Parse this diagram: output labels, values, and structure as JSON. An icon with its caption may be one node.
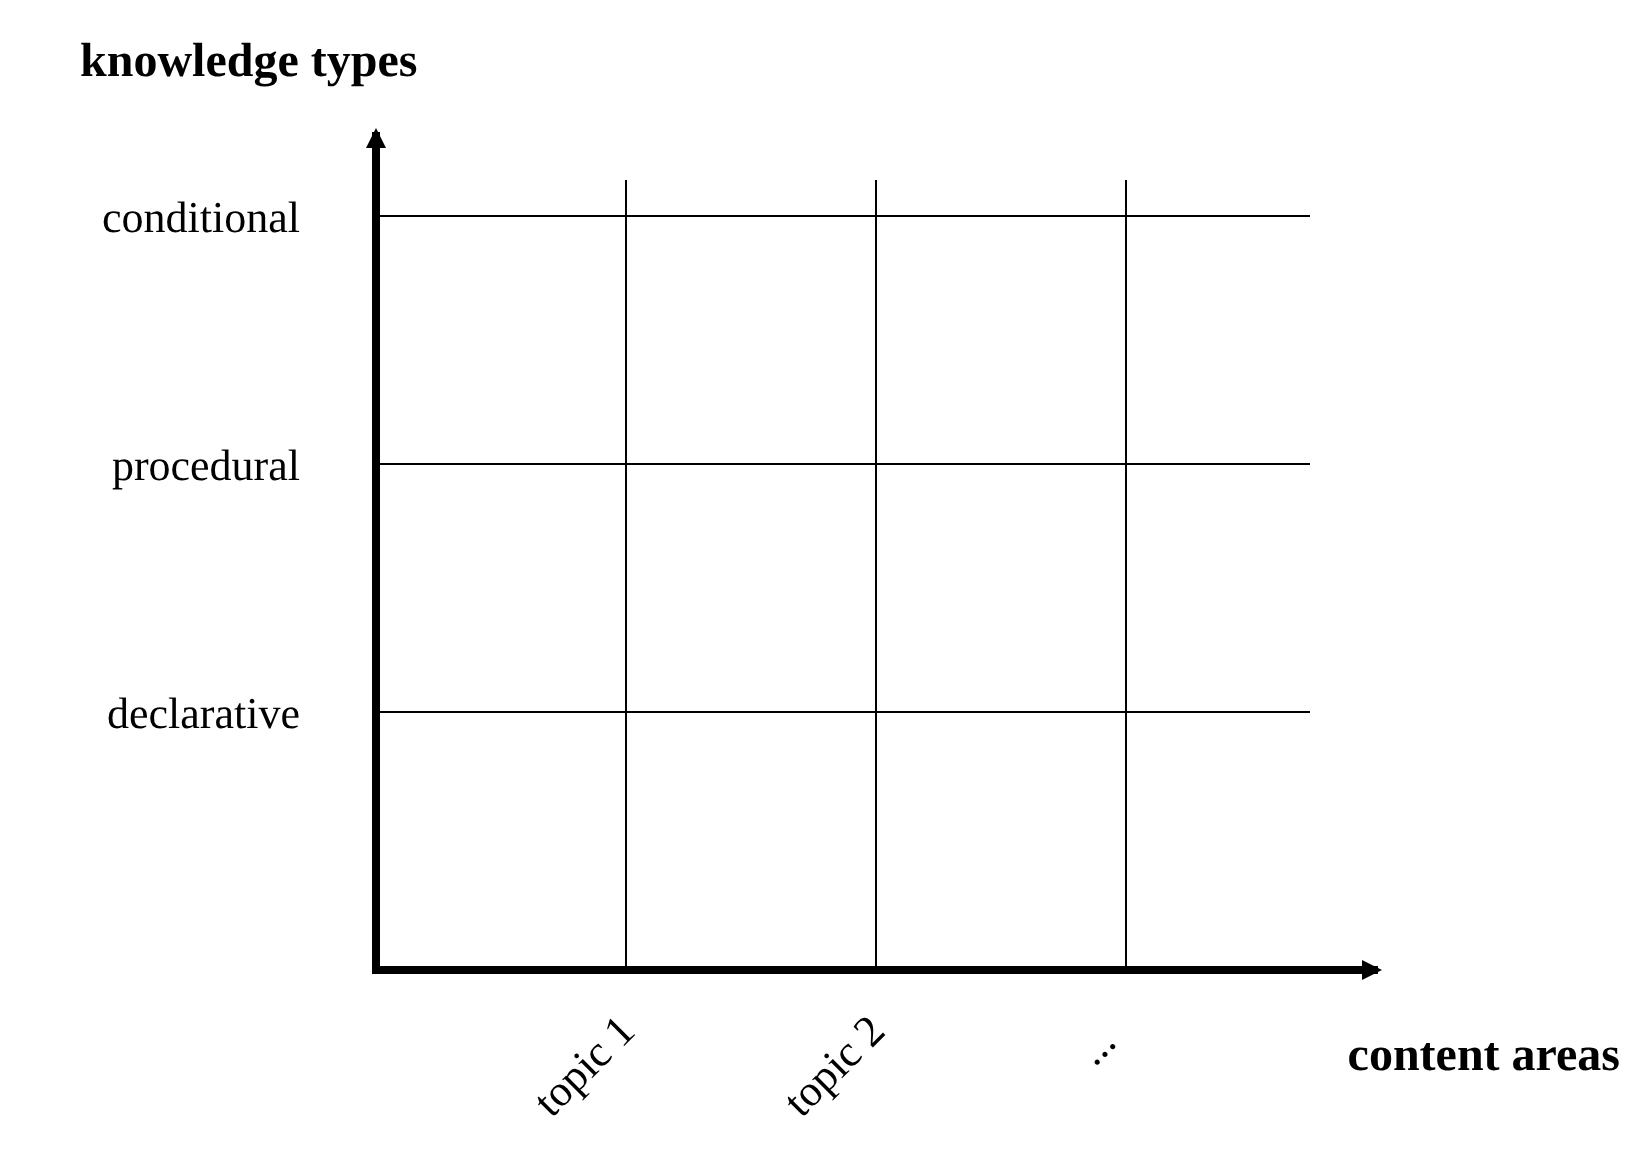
{
  "diagram": {
    "labels": [
      "knowledge types",
      "conditional",
      "procedural",
      "declarative",
      "topic 1",
      "topic 2",
      "...",
      "content areas"
    ]
  }
}
